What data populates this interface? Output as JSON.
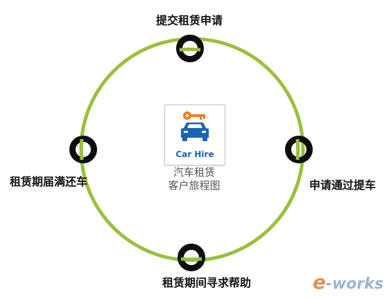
{
  "diagram": {
    "center": {
      "logo_text": "Car Hire",
      "title_line1": "汽车租赁",
      "title_line2": "客户旅程图"
    },
    "stages": {
      "top": "提交租赁申请",
      "right": "申请通过提车",
      "bottom": "租赁期间寻求帮助",
      "left": "租赁期届满还车"
    }
  },
  "colors": {
    "ring": "#9bbf3a",
    "node": "#0d0d0d",
    "logo_blue": "#1c64b4",
    "key_orange": "#f07c22"
  },
  "watermark": {
    "prefix": "e",
    "suffix": "-works"
  }
}
